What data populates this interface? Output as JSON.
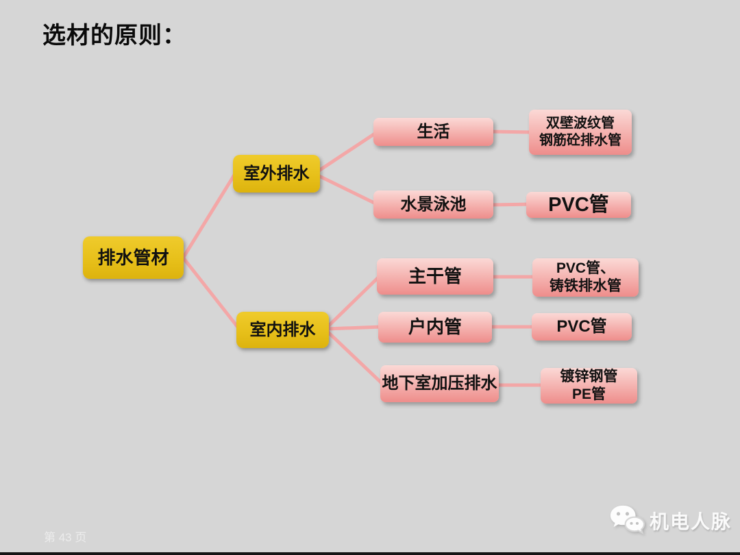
{
  "slide": {
    "title": "选材的原则：",
    "page_number": "第 43 页",
    "watermark_text": "机电人脉",
    "background_color": "#d6d6d6",
    "bottom_bar_color": "#141414"
  },
  "colors": {
    "yellow_node": "#e8c31e",
    "pink_node_light": "#fbd9d6",
    "pink_node_dark": "#ee8d8b",
    "connector": "#f3a7a7",
    "title_text": "#0a0a0a",
    "node_text": "#111111",
    "footer_text": "#ececec"
  },
  "diagram": {
    "root": {
      "label": "排水管材"
    },
    "branches": [
      {
        "label": "室外排水",
        "children": [
          {
            "label": "生活",
            "result_lines": [
              "双壁波纹管",
              "钢筋砼排水管"
            ]
          },
          {
            "label": "水景泳池",
            "result_lines": [
              "PVC管"
            ]
          }
        ]
      },
      {
        "label": "室内排水",
        "children": [
          {
            "label": "主干管",
            "result_lines": [
              "PVC管、",
              "铸铁排水管"
            ]
          },
          {
            "label": "户内管",
            "result_lines": [
              "PVC管"
            ]
          },
          {
            "label": "地下室加压排水",
            "result_lines": [
              "镀锌钢管",
              "PE管"
            ]
          }
        ]
      }
    ]
  }
}
